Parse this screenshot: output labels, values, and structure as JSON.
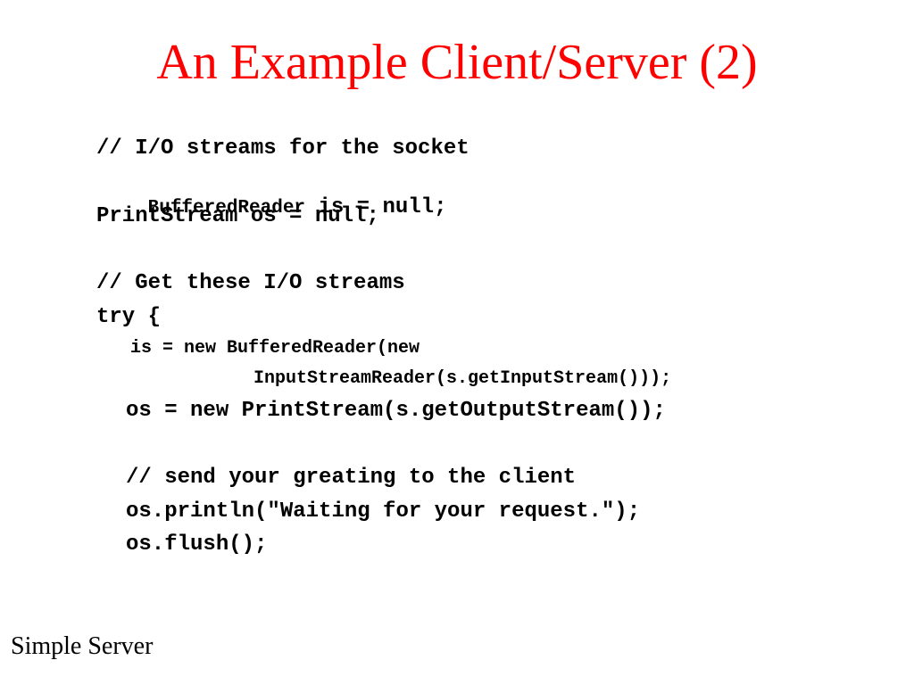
{
  "slide": {
    "title": "An Example Client/Server (2)",
    "footer": "Simple Server"
  },
  "code": {
    "line1": "// I/O streams for the socket",
    "line2_part1": "BufferedReader",
    "line2_part2": " is = null;",
    "line3": "PrintStream os = null;",
    "line4": "// Get these I/O streams",
    "line5": "try {",
    "line6": "is = new BufferedReader(new",
    "line7": "InputStreamReader(s.getInputStream()));",
    "line8": "os = new PrintStream(s.getOutputStream());",
    "line9": "// send your greating to the client",
    "line10": "os.println(\"Waiting for your request.\");",
    "line11": "os.flush();"
  }
}
